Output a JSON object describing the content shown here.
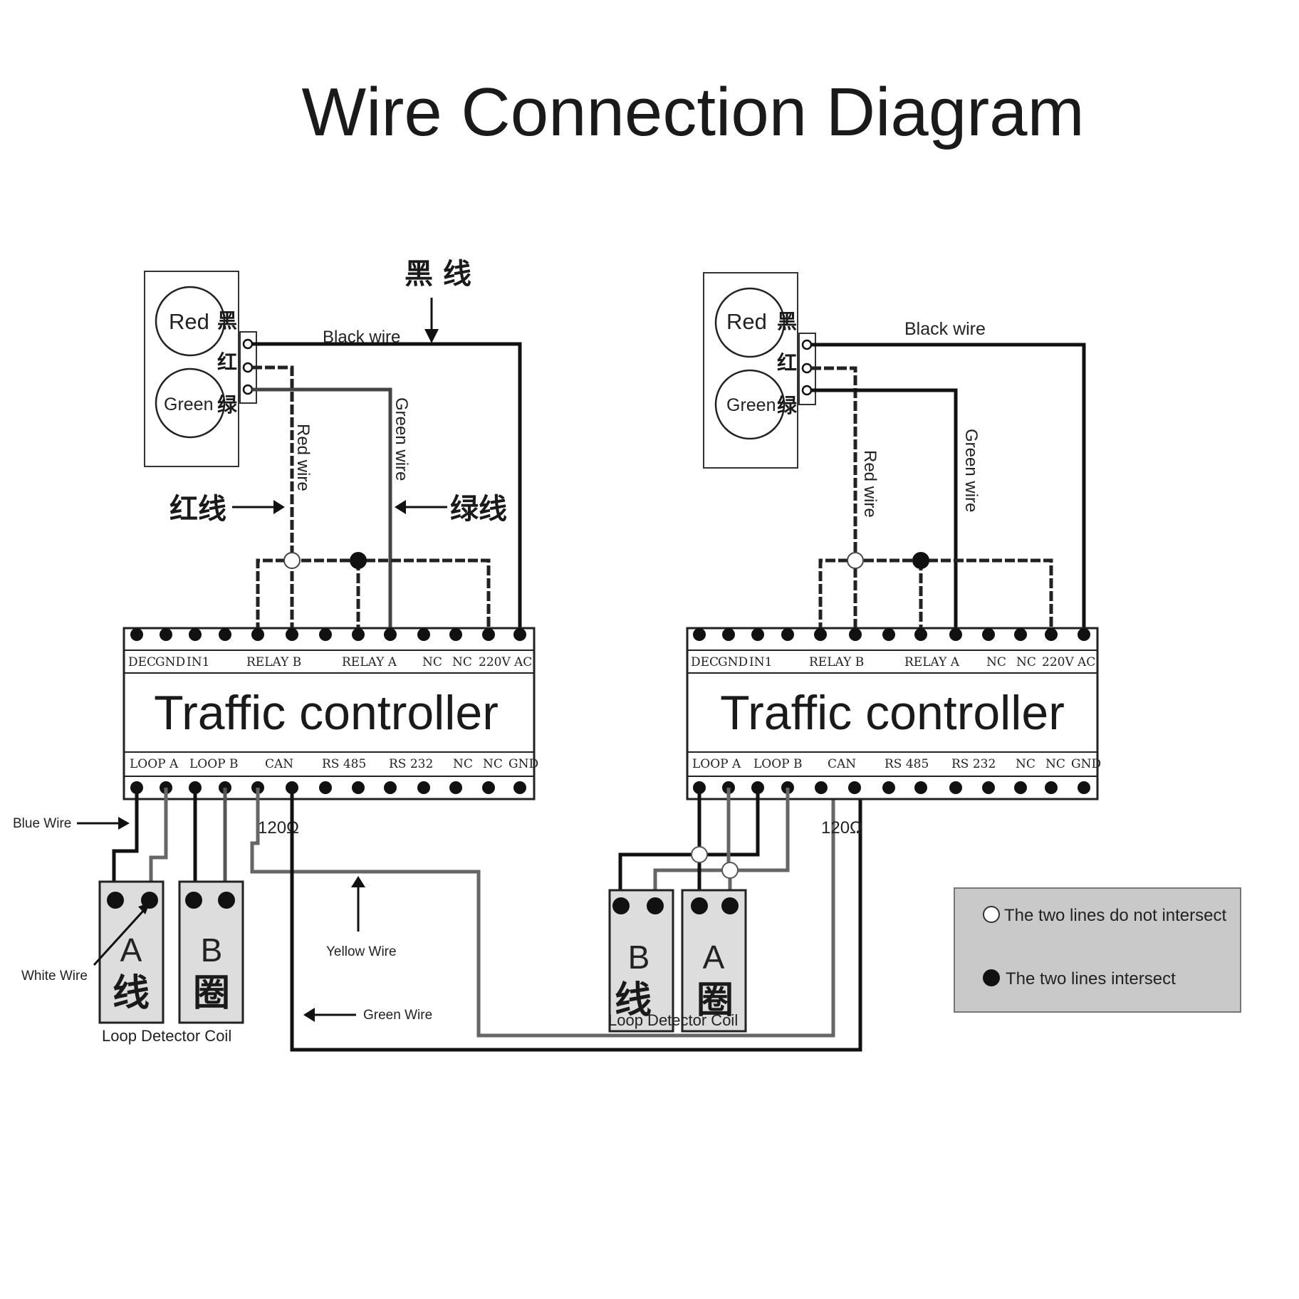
{
  "title": "Wire Connection Diagram",
  "left": {
    "signal_light": {
      "lamp_red": "Red",
      "lamp_green": "Green",
      "pin_black_cn": "黑",
      "pin_red_cn": "红",
      "pin_green_cn": "绿"
    },
    "black_wire_cn": "黑 线",
    "black_wire": "Black wire",
    "red_wire": "Red wire",
    "green_wire": "Green wire",
    "red_wire_cn": "红线",
    "green_wire_cn": "绿线",
    "controller_name": "Traffic controller",
    "top_terminals": [
      "DEC",
      "GND",
      "IN1",
      "RELAY B",
      "RELAY A",
      "NC",
      "NC",
      "220V",
      "AC"
    ],
    "bottom_terminals": [
      "LOOP A",
      "LOOP B",
      "CAN",
      "RS 485",
      "RS 232",
      "NC",
      "NC",
      "GND"
    ],
    "resistor": "120Ω",
    "blue_wire": "Blue Wire",
    "white_wire": "White Wire",
    "yellow_wire": "Yellow Wire",
    "green_wire_bottom": "Green Wire",
    "coil_a": {
      "letter": "A",
      "cn": "线"
    },
    "coil_b": {
      "letter": "B",
      "cn": "圈"
    },
    "coil_caption": "Loop Detector Coil"
  },
  "right": {
    "signal_light": {
      "lamp_red": "Red",
      "lamp_green": "Green",
      "pin_black_cn": "黑",
      "pin_red_cn": "红",
      "pin_green_cn": "绿"
    },
    "black_wire": "Black wire",
    "red_wire": "Red wire",
    "green_wire": "Green wire",
    "controller_name": "Traffic controller",
    "top_terminals": [
      "DEC",
      "GND",
      "IN1",
      "RELAY B",
      "RELAY A",
      "NC",
      "NC",
      "220V",
      "AC"
    ],
    "bottom_terminals": [
      "LOOP A",
      "LOOP B",
      "CAN",
      "RS 485",
      "RS 232",
      "NC",
      "NC",
      "GND"
    ],
    "resistor": "120Ω",
    "coil_b": {
      "letter": "B",
      "cn": "线"
    },
    "coil_a": {
      "letter": "A",
      "cn": "圈"
    },
    "coil_caption": "Loop Detector Coil"
  },
  "legend": {
    "not_intersect": "The two lines do not intersect",
    "intersect": "The two lines intersect"
  }
}
